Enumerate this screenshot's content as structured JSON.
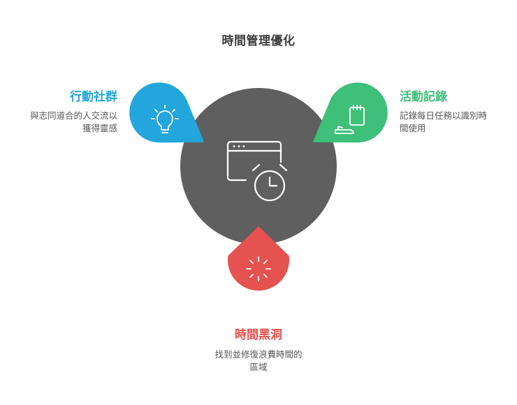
{
  "title": "時間管理優化",
  "colors": {
    "hub": "#5f5f5f",
    "social": "#22a6dc",
    "log": "#3ebf7a",
    "blackhole": "#e5524f",
    "icon_stroke": "#ffffff"
  },
  "items": [
    {
      "key": "social",
      "label": "行動社群",
      "desc_lines": [
        "與志同道合的人交流以",
        "獲得靈感"
      ],
      "icon": "lightbulb-icon",
      "color": "#22a6dc"
    },
    {
      "key": "log",
      "label": "活動記錄",
      "desc_lines": [
        "記錄每日任務以識別時",
        "間使用"
      ],
      "icon": "notepad-pen-icon",
      "color": "#3ebf7a"
    },
    {
      "key": "blackhole",
      "label": "時間黑洞",
      "desc_lines": [
        "找到並修復浪費時間的",
        "區域"
      ],
      "icon": "loading-spinner-icon",
      "color": "#e5524f"
    }
  ],
  "hub_icon": "browser-clock-icon"
}
